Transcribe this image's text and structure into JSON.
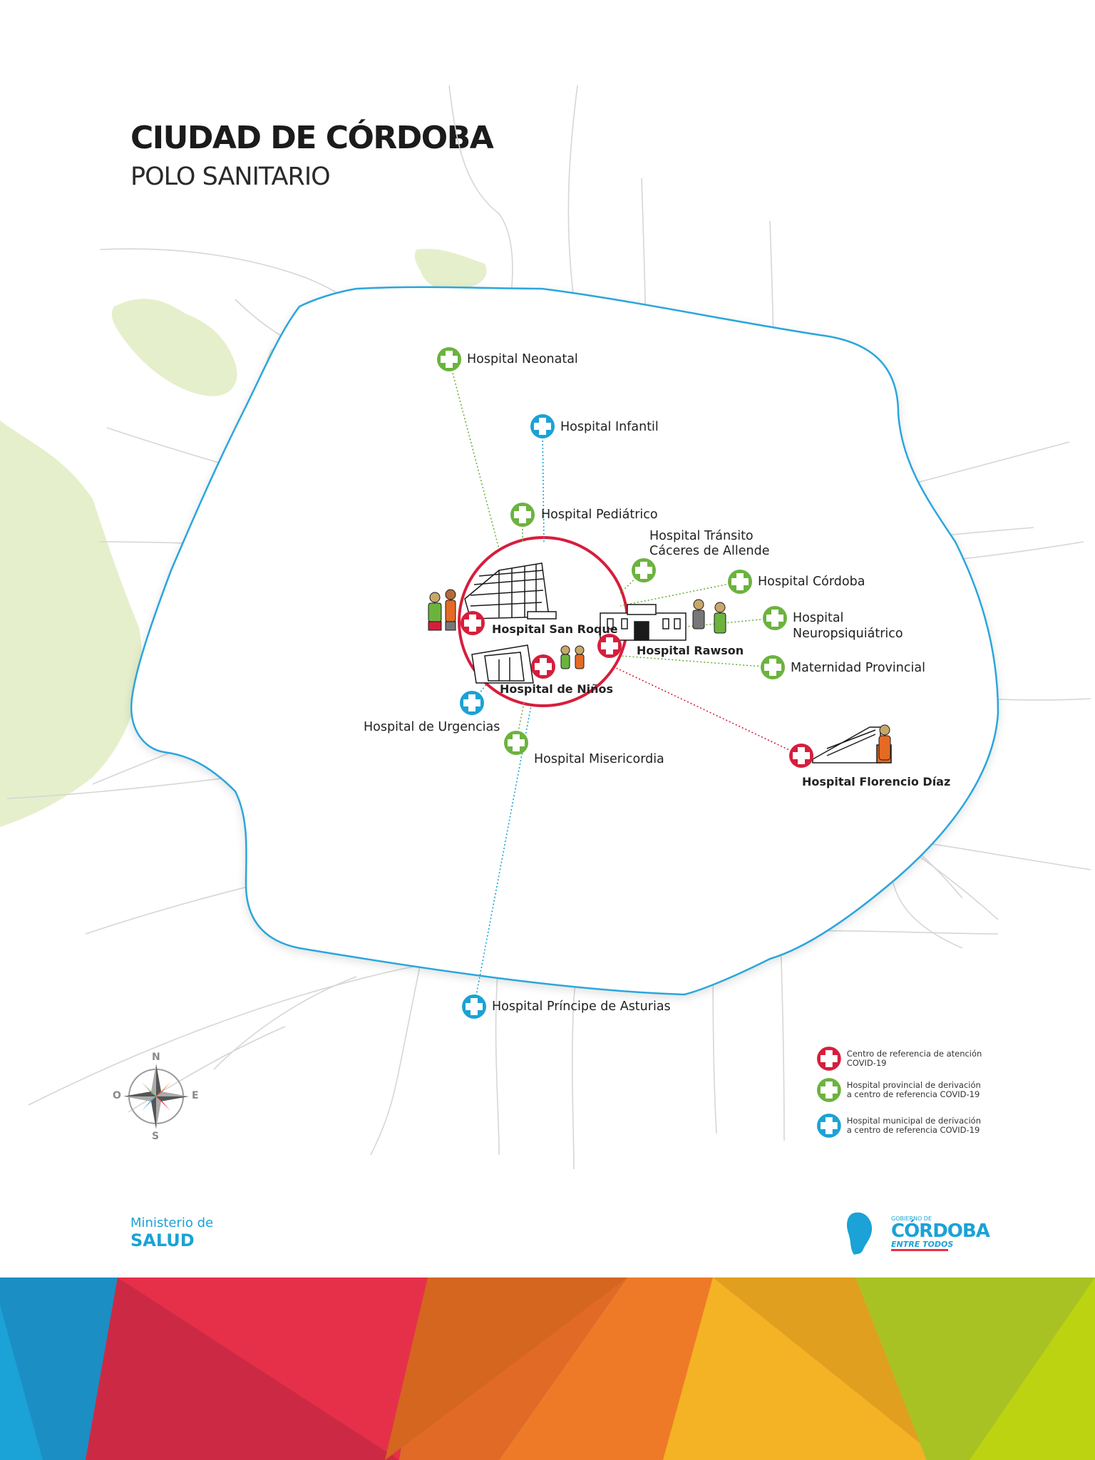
{
  "header": {
    "title": "CIUDAD DE CÓRDOBA",
    "subtitle": "POLO SANITARIO"
  },
  "colors": {
    "red": "#d61e3c",
    "green": "#6cb33e",
    "blue": "#1ba2d6",
    "ring": "#2aa6dc",
    "park": "#e6efcb",
    "road": "#d6d6d6"
  },
  "hospitals": {
    "neonatal": "Hospital Neonatal",
    "infantil": "Hospital Infantil",
    "pediatrico": "Hospital Pediátrico",
    "transito_1": "Hospital Tránsito",
    "transito_2": "Cáceres de Allende",
    "cordoba": "Hospital Córdoba",
    "neuro_1": "Hospital",
    "neuro_2": "Neuropsiquiátrico",
    "maternidad": "Maternidad Provincial",
    "san_roque": "Hospital San Roque",
    "rawson": "Hospital Rawson",
    "ninos": "Hospital de Niños",
    "urgencias": "Hospital de Urgencias",
    "misericordia": "Hospital Misericordia",
    "florencio": "Hospital Florencio Díaz",
    "asturias": "Hospital Príncipe de Asturias"
  },
  "legend": [
    {
      "color": "red",
      "text": "Centro de referencia de atención COVID-19"
    },
    {
      "color": "green",
      "text": "Hospital provincial de derivación a centro de referencia COVID-19"
    },
    {
      "color": "blue",
      "text": "Hospital municipal de derivación a centro de referencia COVID-19"
    }
  ],
  "compass": {
    "n": "N",
    "s": "S",
    "e": "E",
    "w": "O"
  },
  "footer": {
    "ministerio_small": "Ministerio de",
    "ministerio_big": "SALUD",
    "gob_small": "GOBIERNO DE",
    "gob_big": "CÓRDOBA",
    "gob_slogan": "ENTRE TODOS"
  }
}
